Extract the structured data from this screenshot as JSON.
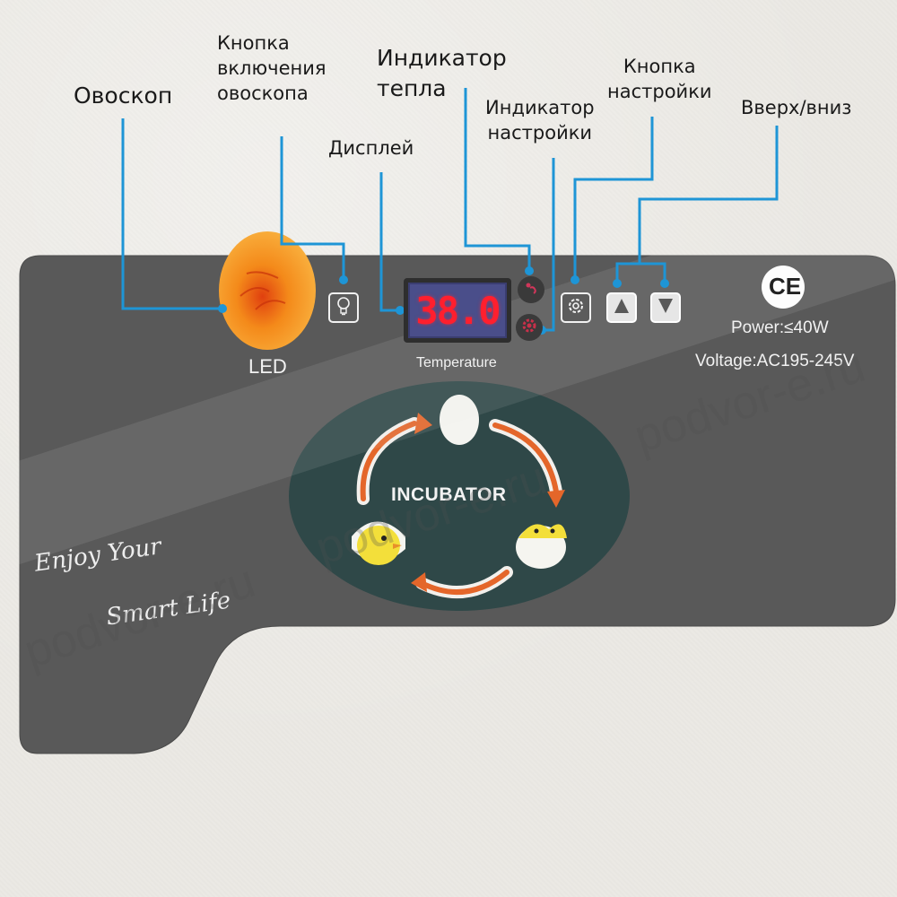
{
  "callouts": {
    "ovoscope": "Овоскоп",
    "ovoscope_button_line1": "Кнопка",
    "ovoscope_button_line2": "включения",
    "ovoscope_button_line3": "овоскопа",
    "display": "Дисплей",
    "heat_indicator_line1": "Индикатор",
    "heat_indicator_line2": "тепла",
    "settings_indicator_line1": "Индикатор",
    "settings_indicator_line2": "настройки",
    "settings_button_line1": "Кнопка",
    "settings_button_line2": "настройки",
    "updown": "Вверх/вниз"
  },
  "panel": {
    "led_label": "LED",
    "display_value": "38.0",
    "display_label": "Temperature",
    "ce_mark": "CE",
    "power": "Power:≤40W",
    "voltage": "Voltage:AC195-245V",
    "incubator_label": "INCUBATOR",
    "slogan_line1": "Enjoy Your",
    "slogan_line2": "Smart Life"
  },
  "watermark": {
    "text": "podvor-e.ru"
  },
  "icons": {
    "light": "lightbulb-icon",
    "heat": "heat-indicator-icon",
    "settings_indicator": "gear-indicator-icon",
    "settings": "gear-icon",
    "up": "arrow-up-icon",
    "down": "arrow-down-icon"
  },
  "colors": {
    "panel": "#5a5a5a",
    "callout_line": "#1e95d6",
    "display_digits": "#ff1f2e",
    "oval": "#2f4a4a"
  }
}
